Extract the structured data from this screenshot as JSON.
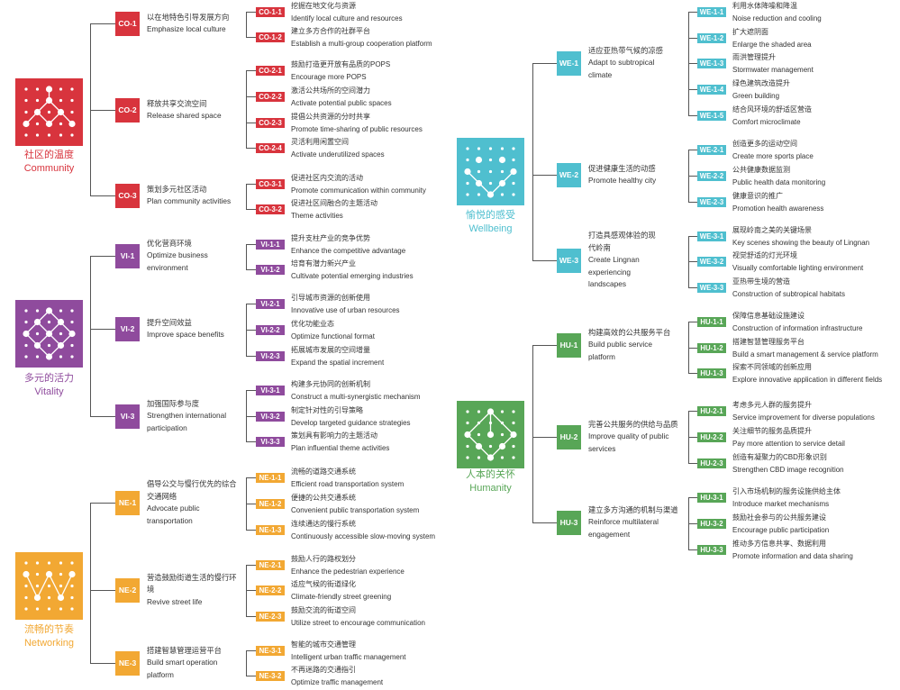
{
  "groups": [
    {
      "id": "community",
      "zh": "社区的温度",
      "en": "Community",
      "color": "#d8343d",
      "icon": "network-tree-icon",
      "items": [
        {
          "code": "CO-1",
          "zh": "以在地特色引导发展方向",
          "en": "Emphasize local culture",
          "children": [
            {
              "code": "CO-1-1",
              "zh": "挖掘在地文化与资源",
              "en": "Identify local culture and resources"
            },
            {
              "code": "CO-1-2",
              "zh": "建立多方合作的社群平台",
              "en": "Establish a multi-group cooperation platform"
            }
          ]
        },
        {
          "code": "CO-2",
          "zh": "释放共享交流空间",
          "en": "Release shared space",
          "children": [
            {
              "code": "CO-2-1",
              "zh": "鼓励打造更开放有品质的POPS",
              "en": "Encourage more POPS"
            },
            {
              "code": "CO-2-2",
              "zh": "激活公共场所的空间潜力",
              "en": "Activate potential public spaces"
            },
            {
              "code": "CO-2-3",
              "zh": "提倡公共资源的分时共享",
              "en": "Promote time-sharing of public resources"
            },
            {
              "code": "CO-2-4",
              "zh": "灵活利用闲置空间",
              "en": "Activate underutilized spaces"
            }
          ]
        },
        {
          "code": "CO-3",
          "zh": "策划多元社区活动",
          "en": "Plan community activities",
          "children": [
            {
              "code": "CO-3-1",
              "zh": "促进社区内交流的活动",
              "en": "Promote communication within community"
            },
            {
              "code": "CO-3-2",
              "zh": "促进社区间融合的主题活动",
              "en": "Theme activities"
            }
          ]
        }
      ]
    },
    {
      "id": "vitality",
      "zh": "多元的活力",
      "en": "Vitality",
      "color": "#8f4b9d",
      "icon": "diamond-lattice-icon",
      "items": [
        {
          "code": "VI-1",
          "zh": "优化营商环境",
          "en": "Optimize business environment",
          "children": [
            {
              "code": "VI-1-1",
              "zh": "提升支柱产业的竞争优势",
              "en": "Enhance the competitive advantage"
            },
            {
              "code": "VI-1-2",
              "zh": "培育有潜力新兴产业",
              "en": "Cultivate potential emerging industries"
            }
          ]
        },
        {
          "code": "VI-2",
          "zh": "提升空间效益",
          "en": "Improve space benefits",
          "children": [
            {
              "code": "VI-2-1",
              "zh": "引导城市资源的创新使用",
              "en": "Innovative use of urban resources"
            },
            {
              "code": "VI-2-2",
              "zh": "优化功能业态",
              "en": "Optimize functional format"
            },
            {
              "code": "VI-2-3",
              "zh": "拓展城市发展的空间增量",
              "en": "Expand the spatial increment"
            }
          ]
        },
        {
          "code": "VI-3",
          "zh": "加强国际参与度",
          "en": "Strengthen international participation",
          "children": [
            {
              "code": "VI-3-1",
              "zh": "构建多元协同的创新机制",
              "en": "Construct a multi-synergistic mechanism"
            },
            {
              "code": "VI-3-2",
              "zh": "制定针对性的引导策略",
              "en": "Develop targeted guidance strategies"
            },
            {
              "code": "VI-3-3",
              "zh": "策划具有影响力的主题活动",
              "en": "Plan influential theme activities"
            }
          ]
        }
      ]
    },
    {
      "id": "networking",
      "zh": "流畅的节奏",
      "en": "Networking",
      "color": "#f2a833",
      "icon": "path-network-icon",
      "items": [
        {
          "code": "NE-1",
          "zh": "倡导公交与慢行优先的综合交通网络",
          "en": "Advocate public transportation",
          "children": [
            {
              "code": "NE-1-1",
              "zh": "流畅的道路交通系统",
              "en": "Efficient road transportation system"
            },
            {
              "code": "NE-1-2",
              "zh": "便捷的公共交通系统",
              "en": "Convenient public transportation system"
            },
            {
              "code": "NE-1-3",
              "zh": "连续通达的慢行系统",
              "en": "Continuously accessible slow-moving system"
            }
          ]
        },
        {
          "code": "NE-2",
          "zh": "营造鼓励街道生活的慢行环境",
          "en": "Revive street life",
          "children": [
            {
              "code": "NE-2-1",
              "zh": "鼓励人行的路权划分",
              "en": "Enhance the pedestrian experience"
            },
            {
              "code": "NE-2-2",
              "zh": "适应气候的街道绿化",
              "en": "Climate-friendly street greening"
            },
            {
              "code": "NE-2-3",
              "zh": "鼓励交流的街道空间",
              "en": "Utilize street to encourage communication"
            }
          ]
        },
        {
          "code": "NE-3",
          "zh": "搭建智慧管理运营平台",
          "en": "Build smart operation platform",
          "children": [
            {
              "code": "NE-3-1",
              "zh": "智能的城市交通管理",
              "en": "Intelligent urban traffic management"
            },
            {
              "code": "NE-3-2",
              "zh": "不再迷路的交通指引",
              "en": "Optimize traffic management"
            }
          ]
        }
      ]
    },
    {
      "id": "wellbeing",
      "zh": "愉悦的感受",
      "en": "Wellbeing",
      "color": "#4fbfcf",
      "icon": "v-dots-icon",
      "items": [
        {
          "code": "WE-1",
          "zh": "适应亚热带气候的凉感",
          "en": "Adapt to subtropical climate",
          "children": [
            {
              "code": "WE-1-1",
              "zh": "利用水体降噪和降温",
              "en": "Noise reduction and cooling"
            },
            {
              "code": "WE-1-2",
              "zh": "扩大遮阴面",
              "en": "Enlarge the shaded area"
            },
            {
              "code": "WE-1-3",
              "zh": "雨洪管理提升",
              "en": "Stormwater management"
            },
            {
              "code": "WE-1-4",
              "zh": "绿色建筑改造提升",
              "en": "Green building"
            },
            {
              "code": "WE-1-5",
              "zh": "结合风环境的舒适区营造",
              "en": "Comfort microclimate"
            }
          ]
        },
        {
          "code": "WE-2",
          "zh": "促进健康生活的动感",
          "en": "Promote healthy city",
          "children": [
            {
              "code": "WE-2-1",
              "zh": "创造更多的运动空间",
              "en": "Create more sports place"
            },
            {
              "code": "WE-2-2",
              "zh": "公共健康数据监测",
              "en": "Public health data monitoring"
            },
            {
              "code": "WE-2-3",
              "zh": "健康意识的推广",
              "en": "Promotion health awareness"
            }
          ]
        },
        {
          "code": "WE-3",
          "zh": "打造具感观体验的现代岭南",
          "en": "Create Lingnan experiencing landscapes",
          "children": [
            {
              "code": "WE-3-1",
              "zh": "展现岭南之美的关键场景",
              "en": "Key scenes showing the beauty of Lingnan"
            },
            {
              "code": "WE-3-2",
              "zh": "视觉舒适的灯光环境",
              "en": "Visually comfortable lighting environment"
            },
            {
              "code": "WE-3-3",
              "zh": "亚热带生境的营造",
              "en": "Construction of subtropical habitats"
            }
          ]
        }
      ]
    },
    {
      "id": "humanity",
      "zh": "人本的关怀",
      "en": "Humanity",
      "color": "#58a657",
      "icon": "hub-network-icon",
      "items": [
        {
          "code": "HU-1",
          "zh": "构建高效的公共服务平台",
          "en": "Build public service platform",
          "children": [
            {
              "code": "HU-1-1",
              "zh": "保障信息基础设施建设",
              "en": "Construction of information infrastructure"
            },
            {
              "code": "HU-1-2",
              "zh": "搭建智慧管理服务平台",
              "en": "Build a smart management & service platform"
            },
            {
              "code": "HU-1-3",
              "zh": "探索不同领域的创新应用",
              "en": "Explore innovative application in different fields"
            }
          ]
        },
        {
          "code": "HU-2",
          "zh": "完善公共服务的供给与品质",
          "en": "Improve quality of public services",
          "children": [
            {
              "code": "HU-2-1",
              "zh": "考虑多元人群的服务提升",
              "en": "Service improvement for diverse populations"
            },
            {
              "code": "HU-2-2",
              "zh": "关注细节的服务品质提升",
              "en": "Pay more attention to service detail"
            },
            {
              "code": "HU-2-3",
              "zh": "创造有凝聚力的CBD形象识别",
              "en": "Strengthen CBD image recognition"
            }
          ]
        },
        {
          "code": "HU-3",
          "zh": "建立多方沟通的机制与渠道",
          "en": "Reinforce multilateral engagement",
          "children": [
            {
              "code": "HU-3-1",
              "zh": "引入市场机制的服务设施供给主体",
              "en": "Introduce market mechanisms"
            },
            {
              "code": "HU-3-2",
              "zh": "鼓励社会参与的公共服务建设",
              "en": "Encourage public participation"
            },
            {
              "code": "HU-3-3",
              "zh": "推动多方信息共享、数据利用",
              "en": "Promote information and data sharing"
            }
          ]
        }
      ]
    }
  ]
}
